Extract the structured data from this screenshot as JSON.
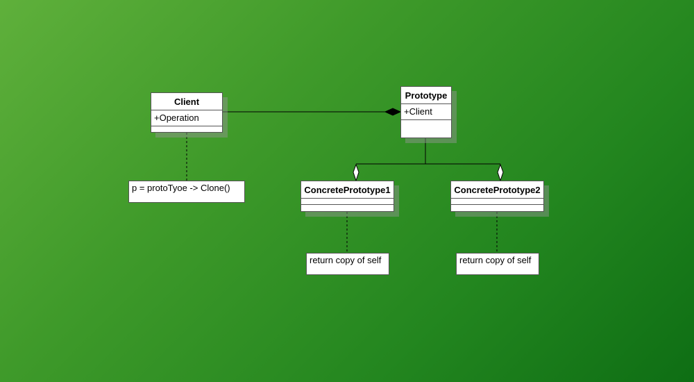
{
  "classes": {
    "client": {
      "name": "Client",
      "operations": "+Operation"
    },
    "prototype": {
      "name": "Prototype",
      "attributes": "+Client"
    },
    "concrete1": {
      "name": "ConcretePrototype1"
    },
    "concrete2": {
      "name": "ConcretePrototype2"
    }
  },
  "notes": {
    "client_note": "p = protoTyoe -> Clone()",
    "concrete1_note": "return copy of self",
    "concrete2_note": "return copy of self"
  },
  "colors": {
    "background_start": "#5fb03b",
    "background_end": "#0e6e14",
    "box_fill": "#ffffff",
    "line": "#000000"
  }
}
